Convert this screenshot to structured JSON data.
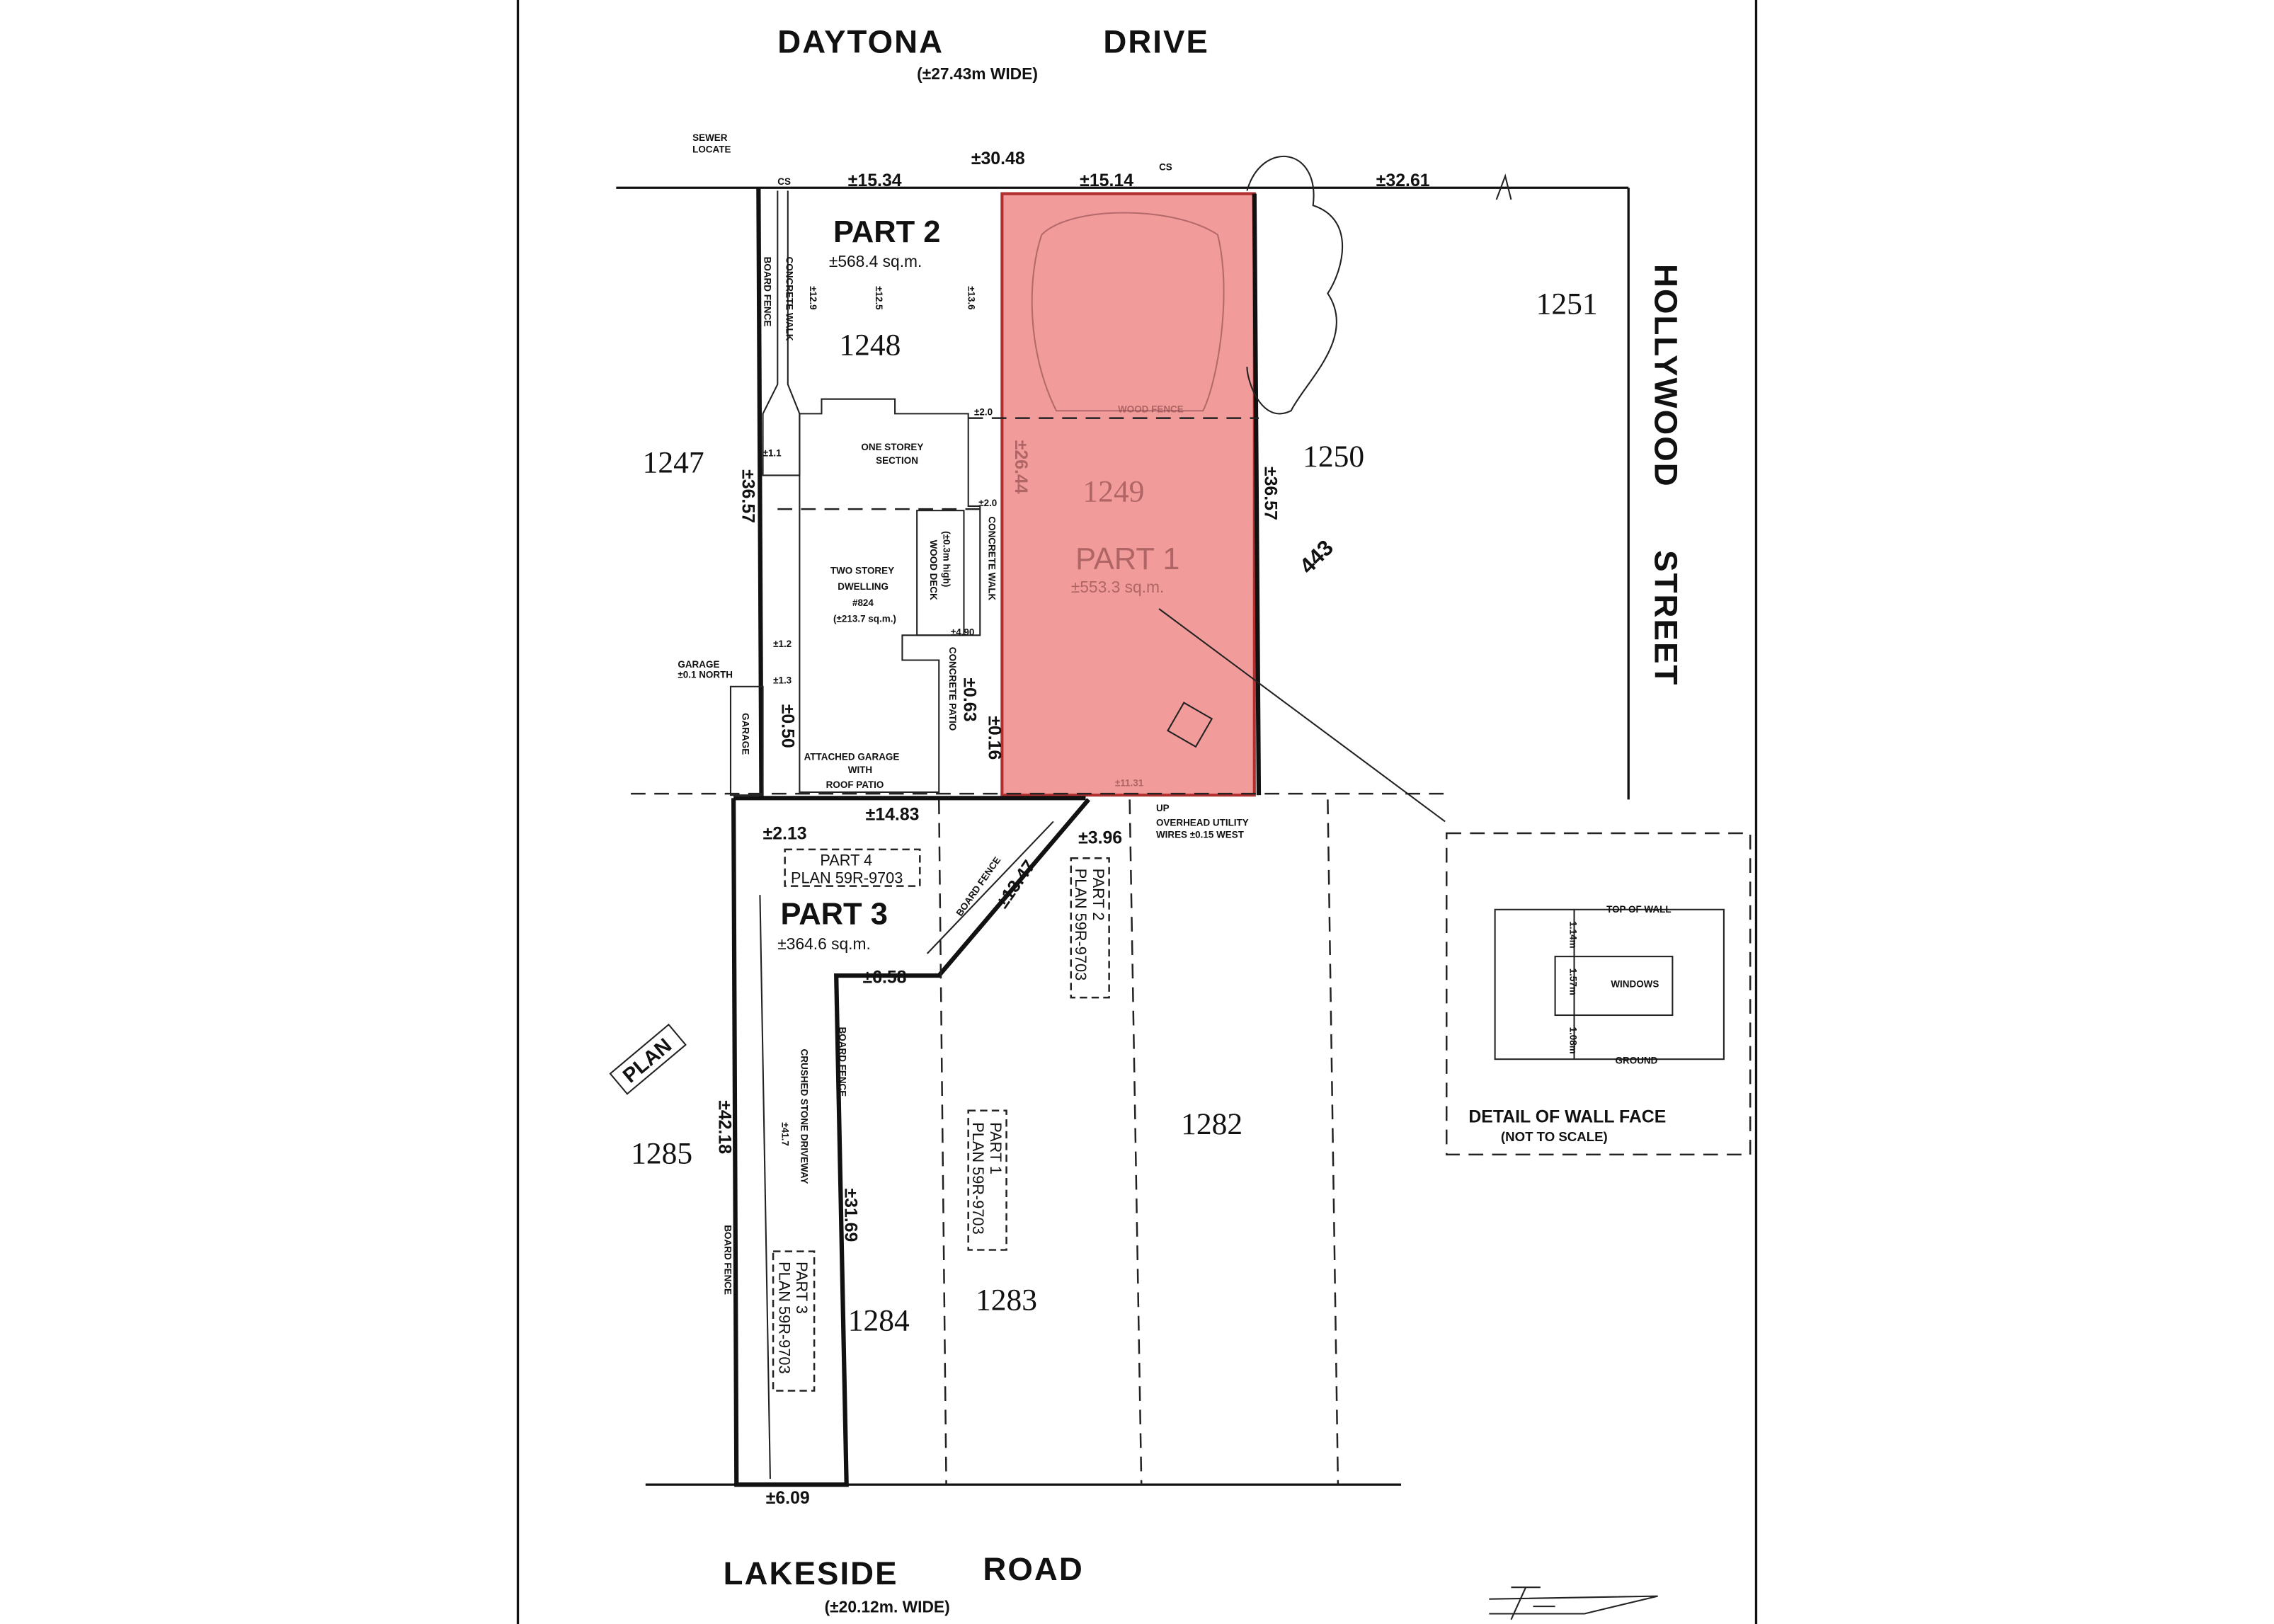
{
  "colors": {
    "part1_fill": "#f08a8a",
    "part1_edge": "#c0392b",
    "ink": "#111111"
  },
  "streets": {
    "top": {
      "name_a": "DAYTONA",
      "name_b": "DRIVE",
      "width": "(±27.43m WIDE)"
    },
    "bottom": {
      "name_a": "LAKESIDE",
      "name_b": "ROAD",
      "width": "(±20.12m. WIDE)"
    },
    "right": {
      "name_a": "HOLLYWOOD",
      "name_b": "STREET"
    },
    "plan_label": "PLAN",
    "plan_number": "443"
  },
  "lots": {
    "l1247": "1247",
    "l1248": "1248",
    "l1249": "1249",
    "l1250": "1250",
    "l1251": "1251",
    "l1282": "1282",
    "l1283": "1283",
    "l1284": "1284",
    "l1285": "1285"
  },
  "parts": {
    "part1": {
      "label": "PART 1",
      "area": "±553.3 sq.m."
    },
    "part2": {
      "label": "PART 2",
      "area": "±568.4 sq.m."
    },
    "part3": {
      "label": "PART 3",
      "area": "±364.6 sq.m."
    }
  },
  "ref_plans": {
    "p4": {
      "part": "PART 4",
      "plan": "PLAN 59R-9703"
    },
    "p2": {
      "part": "PART 2",
      "plan": "PLAN 59R-9703"
    },
    "p1": {
      "part": "PART 1",
      "plan": "PLAN 59R-9703"
    },
    "p3": {
      "part": "PART 3",
      "plan": "PLAN 59R-9703"
    }
  },
  "dimensions": {
    "d30_48": "±30.48",
    "d15_34": "±15.34",
    "d15_14": "±15.14",
    "d32_61": "±32.61",
    "d36_57_left": "±36.57",
    "d36_57_right": "±36.57",
    "d26_44": "±26.44",
    "d14_83": "±14.83",
    "d2_13": "±2.13",
    "d3_96": "±3.96",
    "d13_47": "±13.47",
    "d6_58": "±6.58",
    "d42_18": "±42.18",
    "d31_69": "±31.69",
    "d6_09": "±6.09",
    "d0_50": "±0.50",
    "d0_63": "±0.63",
    "d0_16": "±0.16",
    "d12_9": "±12.9",
    "d12_5": "±12.5",
    "d13_6": "±13.6",
    "d2_0a": "±2.0",
    "d2_0b": "±2.0",
    "d1_1": "±1.1",
    "d1_2": "±1.2",
    "d1_3": "±1.3",
    "d4_90": "±4.90",
    "d41_7": "±41.7",
    "d11_31": "±11.31"
  },
  "labels": {
    "sewer": "SEWER LOCATE",
    "cs": "CS",
    "board_fence": "BOARD FENCE",
    "concrete_walk": "CONCRETE WALK",
    "one_storey": "ONE STOREY",
    "section": "SECTION",
    "two_storey": "TWO STOREY",
    "dwelling": "DWELLING",
    "house_no": "#824",
    "house_area": "(±213.7 sq.m.)",
    "wood_deck": "WOOD DECK",
    "wood_deck_h": "(±0.3m high)",
    "concrete_patio": "CONCRETE PATIO",
    "garage_north_a": "GARAGE",
    "garage_north_b": "±0.1 NORTH",
    "garage": "GARAGE",
    "att_garage_a": "ATTACHED GARAGE",
    "att_garage_b": "WITH",
    "att_garage_c": "ROOF PATIO",
    "up": "UP",
    "overhead_a": "OVERHEAD UTILITY",
    "overhead_b": "WIRES ±0.15 WEST",
    "crushed": "CRUSHED STONE DRIVEWAY",
    "wood_fence": "WOOD FENCE"
  },
  "detail": {
    "title": "DETAIL OF WALL FACE",
    "subtitle": "(NOT TO SCALE)",
    "top": "TOP OF WALL",
    "window": "WINDOWS",
    "ground": "GROUND",
    "h_top": "1.14m",
    "h_win": "1.57m",
    "h_bot": "1.08m"
  }
}
